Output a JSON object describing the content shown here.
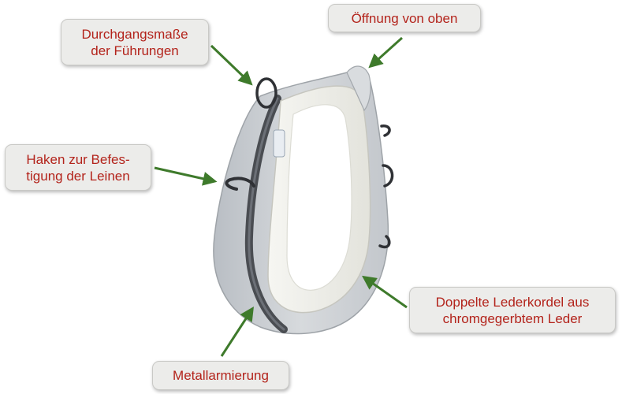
{
  "callouts": {
    "durchgang": {
      "line1": "Durchgangsmaße",
      "line2": "der Führungen"
    },
    "oeffnung": {
      "line1": "Öffnung von oben"
    },
    "haken": {
      "line1": "Haken zur Befes-",
      "line2": "tigung der Leinen"
    },
    "doppelte": {
      "line1": "Doppelte Lederkordel aus",
      "line2": "chromgegerbtem Leder"
    },
    "metall": {
      "line1": "Metallarmierung"
    }
  },
  "colors": {
    "label_text": "#b3231b",
    "label_bg": "#ececea",
    "arrow": "#3e7a2b",
    "collar_shell": "#c8ccd0",
    "collar_padding": "#efefea",
    "metal_band": "#4a4d52"
  }
}
